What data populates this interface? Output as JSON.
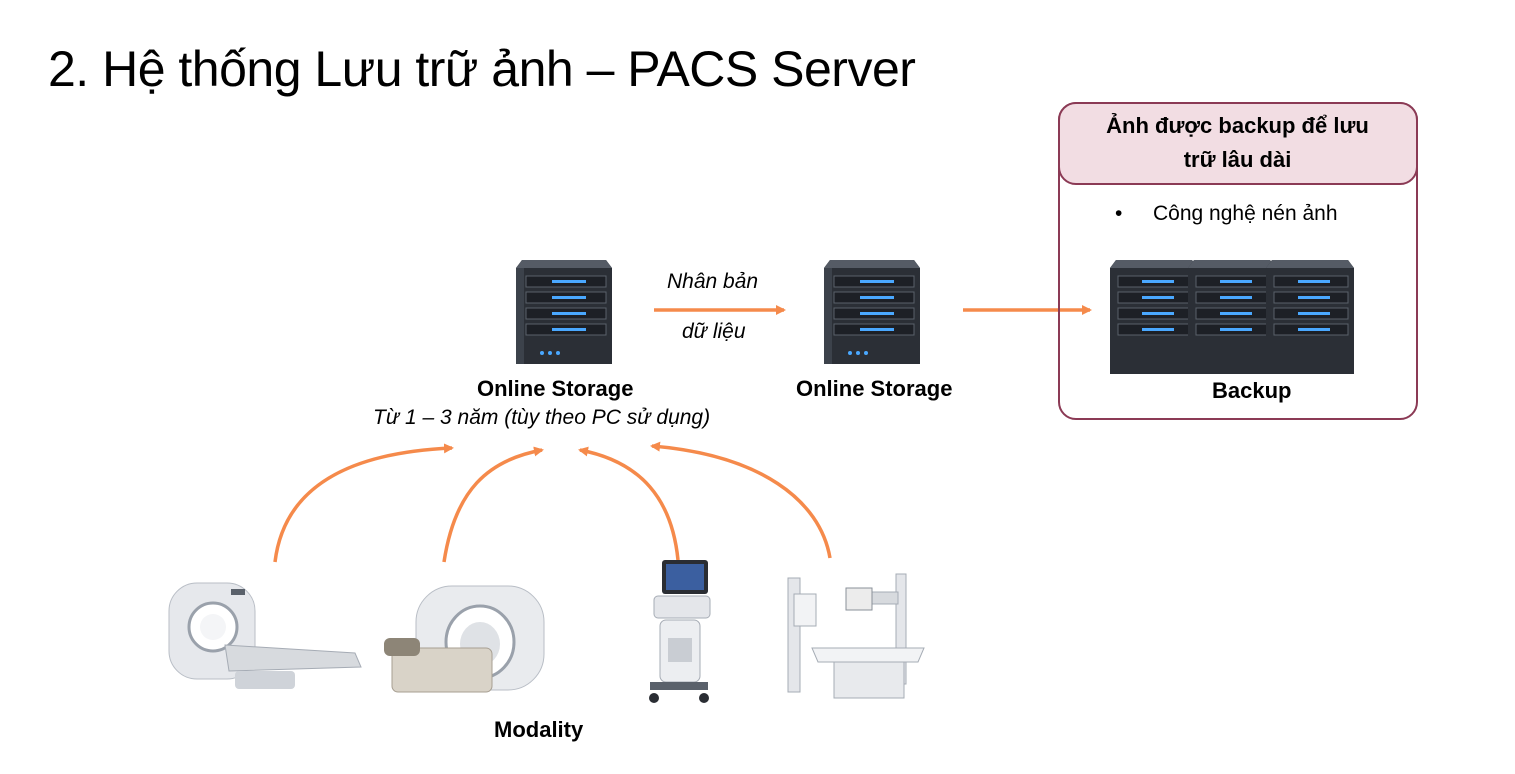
{
  "title": "2. Hệ thống Lưu trữ ảnh – PACS Server",
  "primary": {
    "label": "Online Storage",
    "retention": "Từ 1 – 3 năm (tùy theo PC sử dụng)"
  },
  "replication": {
    "line1": "Nhân bản",
    "line2": "dữ liệu"
  },
  "secondary": {
    "label": "Online Storage"
  },
  "backup": {
    "heading": "Ảnh được backup để lưu trữ lâu dài",
    "bullet": "Công nghệ nén ảnh",
    "label": "Backup"
  },
  "modality": {
    "label": "Modality",
    "devices": [
      "ct-scanner",
      "mri-scanner",
      "ultrasound-machine",
      "x-ray-machine"
    ]
  },
  "colors": {
    "arrow": "#f58a4b",
    "box_border": "#8b3a55",
    "box_header": "#f2dde3",
    "server_led": "#4aa8ff"
  }
}
